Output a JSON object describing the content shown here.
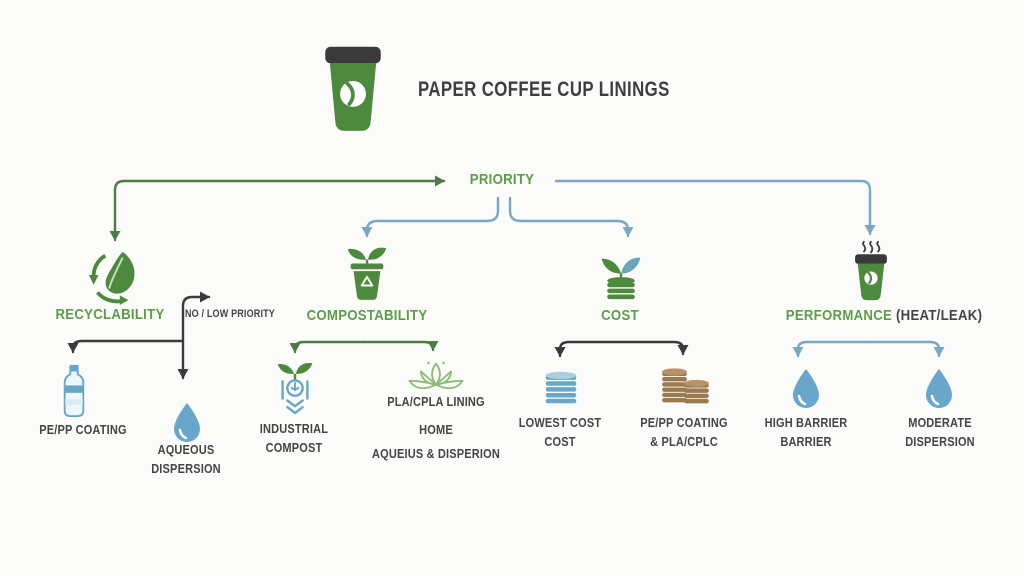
{
  "header": {
    "title": "PAPER COFFEE CUP LININGS",
    "icon": "coffee-cup-icon"
  },
  "root_label": "PRIORITY",
  "colors": {
    "green_text": "#5d9d49",
    "green_icon": "#4e8a3e",
    "green_line": "#4d7c45",
    "blue_line": "#79a9c2",
    "blue_icon": "#68a7c9",
    "dark_text": "#454545",
    "dark_line": "#3b3b3b",
    "brown_icon": "#9c7a50",
    "lotus_green": "#8fbc79",
    "teal_leaf": "#69a7b8",
    "background": "#fbfbf9"
  },
  "branches": [
    {
      "label": "RECYCLABILITY",
      "icon": "recycling-leaf-icon",
      "note": "NO / LOW PRIORITY",
      "children": [
        {
          "icon": "water-bottle-icon",
          "lines": [
            "PE/PP COATING"
          ]
        },
        {
          "icon": "water-drop-icon",
          "lines": [
            "AQUEOUS",
            "DISPERSION"
          ]
        }
      ]
    },
    {
      "label": "COMPOSTABILITY",
      "icon": "compost-bin-icon",
      "children": [
        {
          "icon": "industrial-compost-icon",
          "lines": [
            "INDUSTRIAL",
            "COMPOST"
          ]
        },
        {
          "icon": "lotus-flower-icon",
          "lines": [
            "PLA/CPLA LINING",
            "HOME",
            "AQUEIUS & DISPERION"
          ]
        }
      ]
    },
    {
      "label": "COST",
      "icon": "plant-coins-icon",
      "children": [
        {
          "icon": "coin-stack-blue-icon",
          "lines": [
            "LOWEST COST",
            "COST"
          ]
        },
        {
          "icon": "coin-stacks-brown-icon",
          "lines": [
            "PE/PP COATING",
            "& PLA/CPLC"
          ]
        }
      ]
    },
    {
      "label": "PERFORMANCE",
      "suffix": "(HEAT/LEAK)",
      "icon": "steaming-coffee-cup-icon",
      "children": [
        {
          "icon": "water-drop-icon",
          "lines": [
            "HIGH BARRIER",
            "BARRIER"
          ]
        },
        {
          "icon": "water-drop-icon",
          "lines": [
            "MODERATE",
            "DISPERSION"
          ]
        }
      ]
    }
  ]
}
